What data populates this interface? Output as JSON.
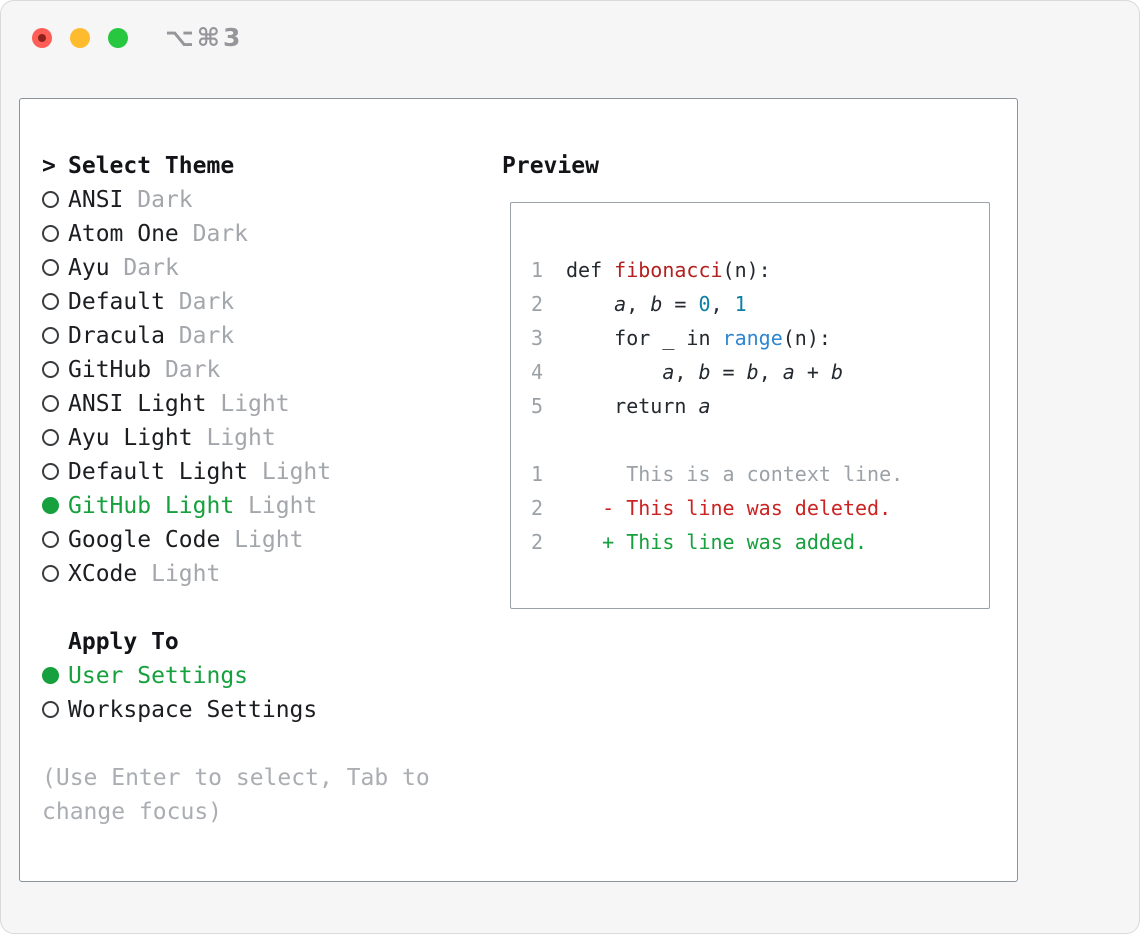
{
  "window": {
    "shortcut": "⌥⌘3"
  },
  "colors": {
    "accent_green": "#16a03e",
    "traffic_red": "#ff5e57",
    "traffic_yellow": "#febb2e",
    "traffic_green": "#27c83f"
  },
  "theme_selector": {
    "prompt": ">",
    "title": "Select Theme",
    "items": [
      {
        "name": "ANSI",
        "variant": "Dark",
        "selected": false
      },
      {
        "name": "Atom One",
        "variant": "Dark",
        "selected": false
      },
      {
        "name": "Ayu",
        "variant": "Dark",
        "selected": false
      },
      {
        "name": "Default",
        "variant": "Dark",
        "selected": false
      },
      {
        "name": "Dracula",
        "variant": "Dark",
        "selected": false
      },
      {
        "name": "GitHub",
        "variant": "Dark",
        "selected": false
      },
      {
        "name": "ANSI Light",
        "variant": "Light",
        "selected": false
      },
      {
        "name": "Ayu Light",
        "variant": "Light",
        "selected": false
      },
      {
        "name": "Default Light",
        "variant": "Light",
        "selected": false
      },
      {
        "name": "GitHub Light",
        "variant": "Light",
        "selected": true
      },
      {
        "name": "Google Code",
        "variant": "Light",
        "selected": false
      },
      {
        "name": "XCode",
        "variant": "Light",
        "selected": false
      }
    ],
    "apply_to": {
      "title": "Apply To",
      "options": [
        {
          "label": "User Settings",
          "selected": true
        },
        {
          "label": "Workspace Settings",
          "selected": false
        }
      ]
    },
    "help_lines": [
      "(Use Enter to select, Tab to",
      "change focus)"
    ]
  },
  "preview": {
    "title": "Preview",
    "styles": {
      "plain": "#24292f",
      "function": "#b42020",
      "number": "#0b7fa5",
      "builtin": "#2f86d2",
      "context": "#9ba1a6",
      "deleted": "#cb2222",
      "added": "#16a03e",
      "gutter": "#9ba1a6"
    },
    "lines": [
      {
        "num": "1",
        "tokens": [
          {
            "text": "def ",
            "style": "plain"
          },
          {
            "text": "fibonacci",
            "style": "function"
          },
          {
            "text": "(n):",
            "style": "plain"
          }
        ]
      },
      {
        "num": "2",
        "tokens": [
          {
            "text": "    ",
            "style": "plain"
          },
          {
            "text": "a",
            "style": "plain",
            "italic": true
          },
          {
            "text": ", ",
            "style": "plain"
          },
          {
            "text": "b",
            "style": "plain",
            "italic": true
          },
          {
            "text": " = ",
            "style": "plain"
          },
          {
            "text": "0",
            "style": "number"
          },
          {
            "text": ", ",
            "style": "plain"
          },
          {
            "text": "1",
            "style": "number"
          }
        ]
      },
      {
        "num": "3",
        "tokens": [
          {
            "text": "    for _ in ",
            "style": "plain"
          },
          {
            "text": "range",
            "style": "builtin"
          },
          {
            "text": "(n):",
            "style": "plain"
          }
        ]
      },
      {
        "num": "4",
        "tokens": [
          {
            "text": "        ",
            "style": "plain"
          },
          {
            "text": "a",
            "style": "plain",
            "italic": true
          },
          {
            "text": ", ",
            "style": "plain"
          },
          {
            "text": "b",
            "style": "plain",
            "italic": true
          },
          {
            "text": " = ",
            "style": "plain"
          },
          {
            "text": "b",
            "style": "plain",
            "italic": true
          },
          {
            "text": ", ",
            "style": "plain"
          },
          {
            "text": "a",
            "style": "plain",
            "italic": true
          },
          {
            "text": " + ",
            "style": "plain"
          },
          {
            "text": "b",
            "style": "plain",
            "italic": true
          }
        ]
      },
      {
        "num": "5",
        "tokens": [
          {
            "text": "    return ",
            "style": "plain"
          },
          {
            "text": "a",
            "style": "plain",
            "italic": true
          }
        ]
      },
      {
        "num": "",
        "tokens": []
      },
      {
        "num": "1",
        "tokens": [
          {
            "text": "     This is a context line.",
            "style": "context"
          }
        ]
      },
      {
        "num": "2",
        "tokens": [
          {
            "text": "   - This line was deleted.",
            "style": "deleted"
          }
        ]
      },
      {
        "num": "2",
        "tokens": [
          {
            "text": "   + This line was added.",
            "style": "added"
          }
        ]
      }
    ]
  }
}
